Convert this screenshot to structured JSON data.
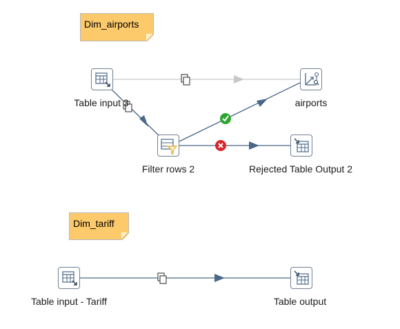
{
  "notes": {
    "dim_airports": "Dim_airports",
    "dim_tariff": "Dim_tariff"
  },
  "steps": {
    "table_input_3": {
      "label": "Table input 3",
      "icon": "table-input-icon"
    },
    "airports": {
      "label": "airports",
      "icon": "dimension-lookup-icon"
    },
    "filter_rows_2": {
      "label": "Filter rows 2",
      "icon": "filter-rows-icon"
    },
    "rejected_table_output_2": {
      "label": "Rejected Table Output 2",
      "icon": "table-output-icon"
    },
    "table_input_tariff": {
      "label": "Table input - Tariff",
      "icon": "table-input-icon"
    },
    "table_output": {
      "label": "Table output",
      "icon": "table-output-icon"
    }
  },
  "hops": [
    {
      "from": "table_input_3",
      "to": "airports",
      "type": "copy-disabled"
    },
    {
      "from": "table_input_3",
      "to": "filter_rows_2",
      "type": "copy"
    },
    {
      "from": "filter_rows_2",
      "to": "airports",
      "type": "true"
    },
    {
      "from": "filter_rows_2",
      "to": "rejected_table_output_2",
      "type": "false"
    },
    {
      "from": "table_input_tariff",
      "to": "table_output",
      "type": "copy"
    }
  ],
  "colors": {
    "note": "#fcc96b",
    "hop": "#4a6788",
    "hop_disabled": "#c8c8c8",
    "true_badge": "#2ea52e",
    "false_badge": "#d7262c"
  }
}
